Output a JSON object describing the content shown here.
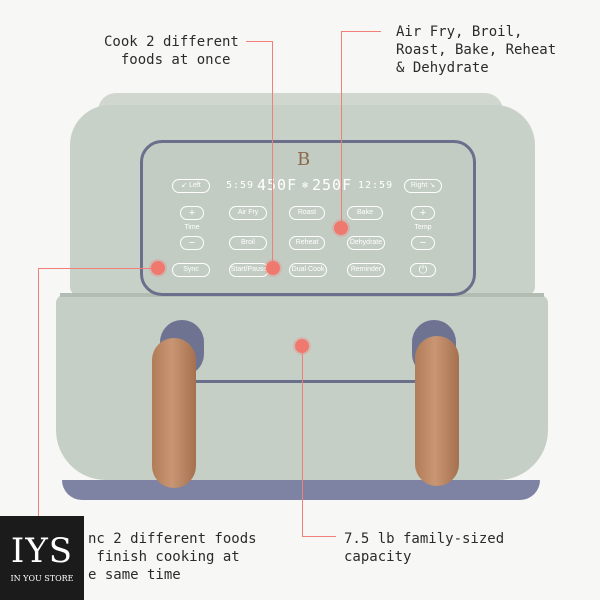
{
  "callouts": {
    "top_left": "Cook 2 different\n  foods at once",
    "top_right": "Air Fry, Broil,\nRoast, Bake, Reheat\n& Dehydrate",
    "bottom_left": "nc 2 different foods\n finish cooking at\ne same time",
    "bottom_right": "7.5 lb family-sized\ncapacity"
  },
  "panel": {
    "logo": "B",
    "display_left_time": "5:59",
    "display_left_temp": "450F",
    "display_right_temp": "250F",
    "display_right_time": "12:59",
    "left_btn": "Left",
    "right_btn": "Right",
    "time_label": "Time",
    "temp_label": "Temp",
    "plus": "+",
    "minus": "−",
    "power": "⏻",
    "presets": [
      "Air Fry",
      "Roast",
      "Bake",
      "Broil",
      "Reheat",
      "Dehydrate"
    ],
    "sync": "Sync",
    "start_pause": "Start/Pause",
    "dual_cook": "Dual Cook",
    "reminder": "Reminder"
  },
  "store": {
    "logo_text": "IYS",
    "name": "IN YOU STORE"
  },
  "colors": {
    "body": "#c8d1c8",
    "accent_line": "#f07f78",
    "handle": "#b8825c",
    "trim": "#6a6f8c"
  }
}
